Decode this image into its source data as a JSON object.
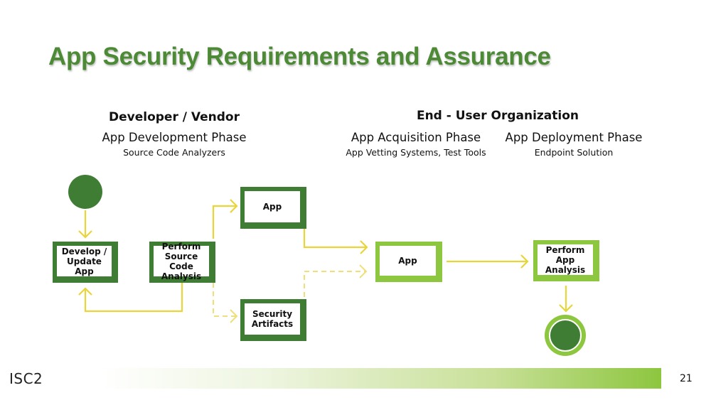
{
  "title": "App Security Requirements and Assurance",
  "developer": {
    "heading": "Developer / Vendor",
    "phase": "App Development Phase",
    "tool": "Source Code Analyzers"
  },
  "end_user": {
    "heading": "End - User Organization",
    "acquisition": {
      "phase": "App Acquisition Phase",
      "tool": "App Vetting Systems, Test Tools"
    },
    "deployment": {
      "phase": "App Deployment Phase",
      "tool": "Endpoint Solution"
    }
  },
  "nodes": {
    "develop": [
      "Develop /",
      "Update App"
    ],
    "source_analysis": [
      "Perform",
      "Source Code",
      "Analysis"
    ],
    "app_dev": "App",
    "artifacts": [
      "Security",
      "Artifacts"
    ],
    "app_vetting": "App",
    "app_analysis": [
      "Perform",
      "App",
      "Analysis"
    ]
  },
  "colors": {
    "title": "#4c8a35",
    "dark_green": "#3f7d34",
    "light_green": "#8dc63f",
    "arrow": "#e9d43a"
  },
  "footer": {
    "logo": "ISC2",
    "page": "21"
  }
}
